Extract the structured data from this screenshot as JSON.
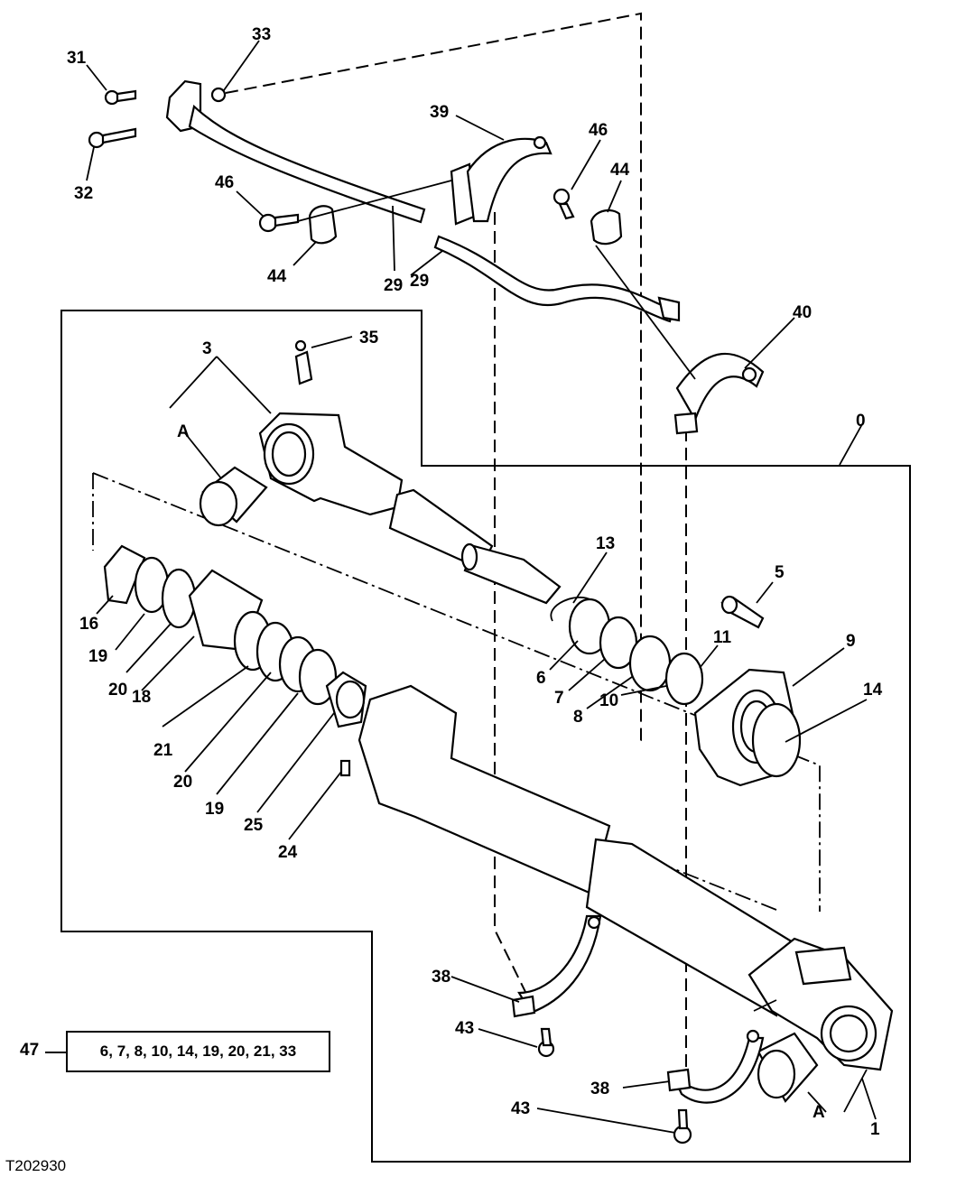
{
  "figure_id": "T202930",
  "kit": {
    "number": "47",
    "contents": "6, 7, 8, 10, 14, 19, 20, 21, 33"
  },
  "callouts": {
    "c0": "0",
    "c1": "1",
    "c3": "3",
    "c5": "5",
    "c6": "6",
    "c7": "7",
    "c8": "8",
    "c9": "9",
    "c10": "10",
    "c11": "11",
    "c13": "13",
    "c14": "14",
    "c16": "16",
    "c18": "18",
    "c19a": "19",
    "c19b": "19",
    "c20a": "20",
    "c20b": "20",
    "c21": "21",
    "c24": "24",
    "c25": "25",
    "c29a": "29",
    "c29b": "29",
    "c31": "31",
    "c32": "32",
    "c33": "33",
    "c35": "35",
    "c38a": "38",
    "c38b": "38",
    "c39": "39",
    "c40": "40",
    "c43a": "43",
    "c43b": "43",
    "c44a": "44",
    "c44b": "44",
    "c46a": "46",
    "c46b": "46",
    "cA1": "A",
    "cA2": "A"
  }
}
